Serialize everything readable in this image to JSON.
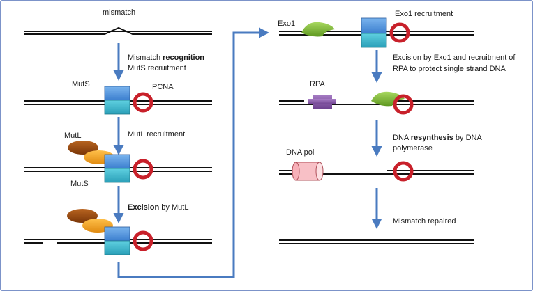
{
  "labels": {
    "mismatch": "mismatch",
    "step1_pre": "Mismatch ",
    "step1_bold": "recognition",
    "step1_line2": "MutS recruitment",
    "muts": "MutS",
    "pcna": "PCNA",
    "mutl": "MutL",
    "step2": "MutL recruitment",
    "muts2": "MutS",
    "step3_bold": "Excision",
    "step3_post": " by MutL",
    "exo1": "Exo1",
    "step4": "Exo1 recruitment",
    "step5_line1": "Excision by Exo1 and recruitment of",
    "step5_line2": "RPA to protect single strand DNA",
    "rpa": "RPA",
    "dnapol": "DNA pol",
    "step6_pre": "DNA ",
    "step6_bold": "resynthesis",
    "step6_post": " by DNA",
    "step6_line2": "polymerase",
    "step7": "Mismatch repaired"
  },
  "colors": {
    "arrow": "#4a7bc0",
    "muts_top": "#4a8fd8",
    "muts_bottom": "#36b4c8",
    "pcna": "#c8202a",
    "mutl_dark": "#9a4a10",
    "mutl_light": "#f0a020",
    "exo1": "#7ab030",
    "rpa": "#8a5aa8",
    "dnapol": "#f4a0a8"
  }
}
